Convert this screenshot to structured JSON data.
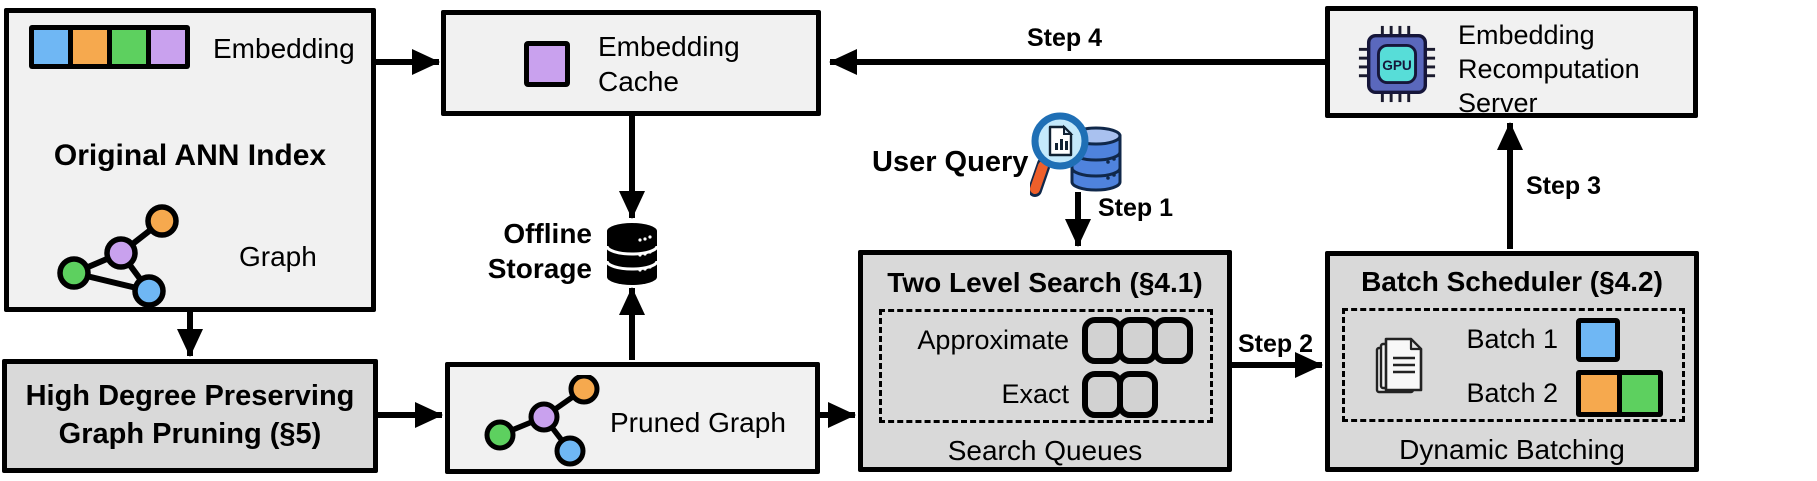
{
  "colors": {
    "blue": "#6fb7f4",
    "orange": "#f6a94e",
    "green": "#5dd05f",
    "purple": "#c9a1ee",
    "box_light": "#f1f1f1",
    "box_gray": "#d9d9d9",
    "slot_gray": "#d2d2d2",
    "chip_body": "#5a68bd",
    "chip_core": "#57ddd8",
    "handle_orange": "#ee5f2a",
    "db_blue": "#4f83dd",
    "db_top": "#a9c1ef",
    "lens_blue": "#c4e9fb",
    "ring_blue": "#1f6fb5"
  },
  "ann_index": {
    "title": "Original ANN Index",
    "embedding_label": "Embedding",
    "graph_label": "Graph"
  },
  "embedding_cache": {
    "label": "Embedding Cache"
  },
  "recompute_server": {
    "label": "Embedding Recomputation Server",
    "gpu_text": "GPU"
  },
  "offline_storage": {
    "label": "Offline Storage"
  },
  "user_query": {
    "label": "User Query"
  },
  "pruned_graph": {
    "label": "Pruned Graph"
  },
  "graph_pruning": {
    "label": "High Degree Preserving Graph Pruning (§5)"
  },
  "two_level_search": {
    "title": "Two Level Search (§4.1)",
    "approximate_label": "Approximate",
    "exact_label": "Exact",
    "caption": "Search Queues"
  },
  "batch_scheduler": {
    "title": "Batch Scheduler (§4.2)",
    "batch1_label": "Batch 1",
    "batch2_label": "Batch 2",
    "caption": "Dynamic Batching"
  },
  "steps": {
    "step1": "Step 1",
    "step2": "Step 2",
    "step3": "Step 3",
    "step4": "Step 4"
  },
  "icons": {
    "gpu": "gpu-chip-icon",
    "query": "magnifier-database-icon",
    "storage": "database-cylinder-icon",
    "documents": "document-stack-icon"
  }
}
